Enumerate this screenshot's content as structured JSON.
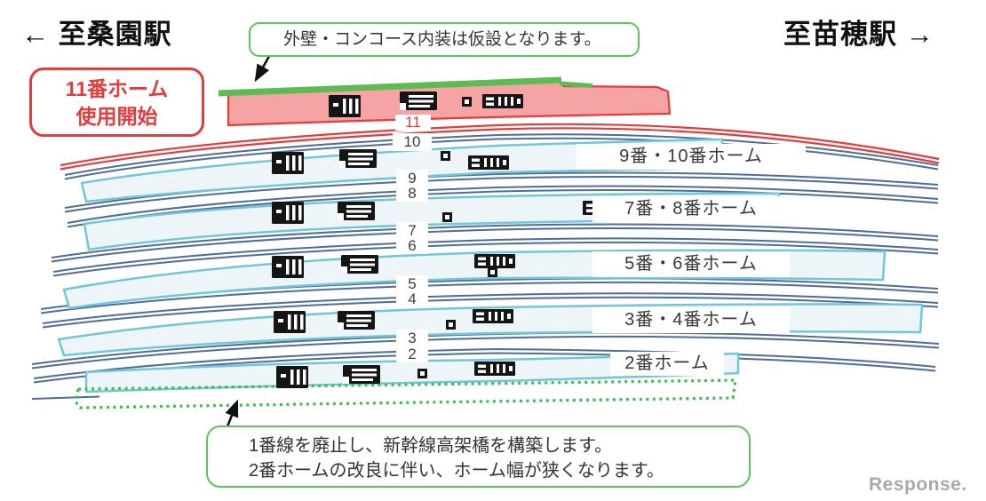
{
  "header": {
    "direction_left": "← 至桑園駅",
    "direction_right": "至苗穂駅 →"
  },
  "highlight_box": {
    "line1": "11番ホーム",
    "line2": "使用開始"
  },
  "callouts": {
    "top": "外壁・コンコース内装は仮設となります。",
    "bottom_line1": "1番線を廃止し、新幹線高架橋を構築します。",
    "bottom_line2": "2番ホームの改良に伴い、ホーム幅が狭くなります。"
  },
  "track_numbers": [
    "11",
    "10",
    "9",
    "8",
    "7",
    "6",
    "5",
    "4",
    "3",
    "2"
  ],
  "platform_labels": [
    "9番・10番ホーム",
    "7番・8番ホーム",
    "5番・6番ホーム",
    "3番・4番ホーム",
    "2番ホーム"
  ],
  "watermark": "Response.",
  "icons": [
    "stairs-icon",
    "escalator-icon",
    "elevator-icon",
    "stairs-escalator-icon"
  ],
  "colors": {
    "highlight_red": "#e23c3c",
    "platform11_fill": "#f5a3a3",
    "temporary_green_strip": "#5cbb54",
    "callout_green": "#5dc35d",
    "track_navy": "#4f6d96",
    "platform_edge_cyan": "#72c6d9",
    "platform_fill": "#eef5f8",
    "dotted_green": "#3dbd4d",
    "watermark_gray": "#a6a9af"
  }
}
